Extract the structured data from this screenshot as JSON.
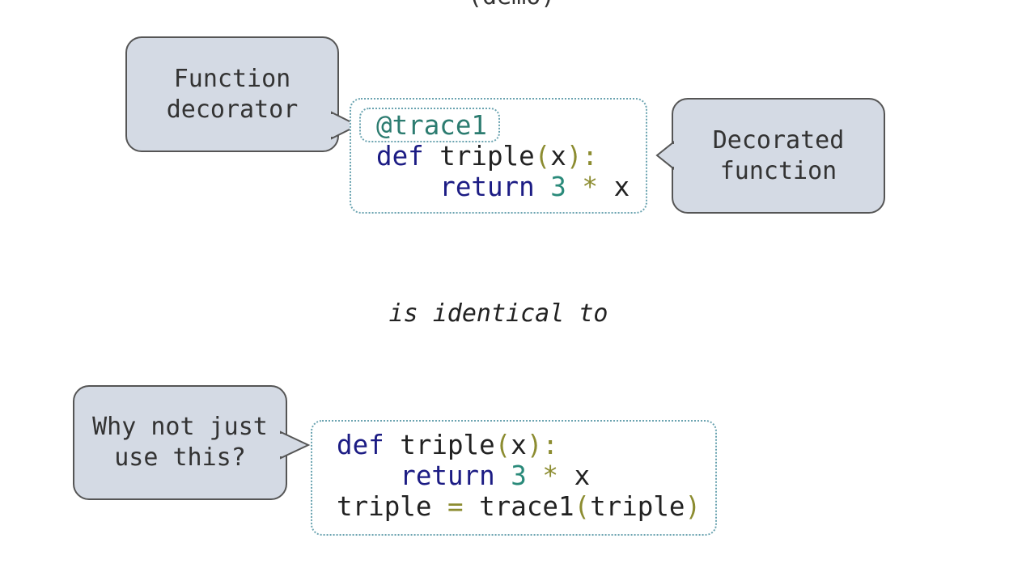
{
  "header": {
    "demo_label": "(demo)"
  },
  "top": {
    "decorator_callout": "Function\ndecorator",
    "decorated_callout": "Decorated\nfunction",
    "code": {
      "decorator": "@trace1",
      "def_kw": "def",
      "def_sig": " triple",
      "lparen": "(",
      "param": "x",
      "rparen": ")",
      "colon": ":",
      "indent": "    ",
      "return_kw": "return",
      "num": "3",
      "op": "*",
      "ret_var": "x"
    }
  },
  "middle": {
    "text": "is identical to"
  },
  "bottom": {
    "callout": "Why not just\nuse this?",
    "code": {
      "def_kw": "def",
      "def_sig": " triple",
      "lparen": "(",
      "param": "x",
      "rparen": ")",
      "colon": ":",
      "indent": "    ",
      "return_kw": "return",
      "num": "3",
      "op": "*",
      "ret_var": "x",
      "assign_lhs": "triple ",
      "eq": "=",
      "call_fn": " trace1",
      "call_lparen": "(",
      "call_arg": "triple",
      "call_rparen": ")"
    }
  },
  "colors": {
    "keyword": "#1c1c84",
    "decorator": "#2c7c70",
    "number": "#2a8a7a",
    "operator": "#8c8c30",
    "callout_bg": "#d4dae4",
    "dotted_border": "#6aa3b0"
  }
}
